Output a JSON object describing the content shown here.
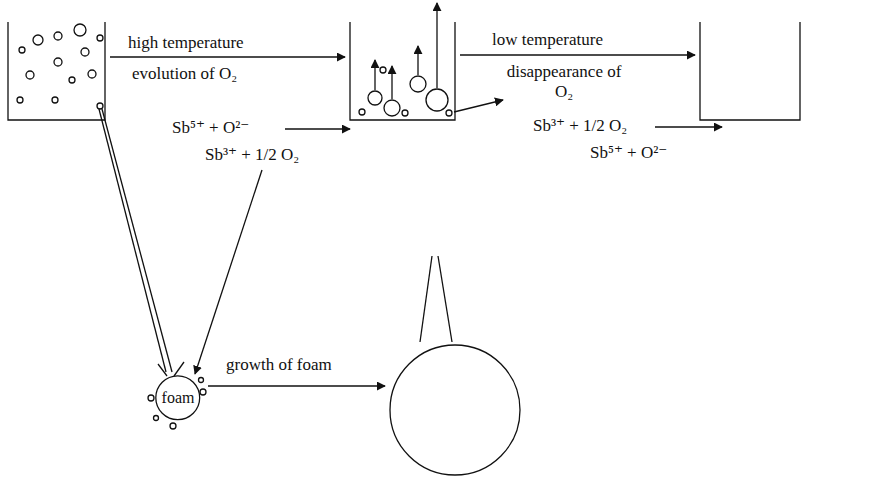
{
  "diagram": {
    "nodes": [
      {
        "text": [
          "foam"
        ]
      }
    ],
    "edges": [],
    "labels": [
      "high temperature",
      "evolution of O₂",
      "Sb⁵⁺ + O²⁻",
      "Sb³⁺ + 1/2 O₂",
      "low temperature",
      "disappearance of O₂",
      "Sb³⁺ + 1/2 O₂",
      "Sb⁵⁺ + O²⁻",
      "growth of foam"
    ]
  }
}
